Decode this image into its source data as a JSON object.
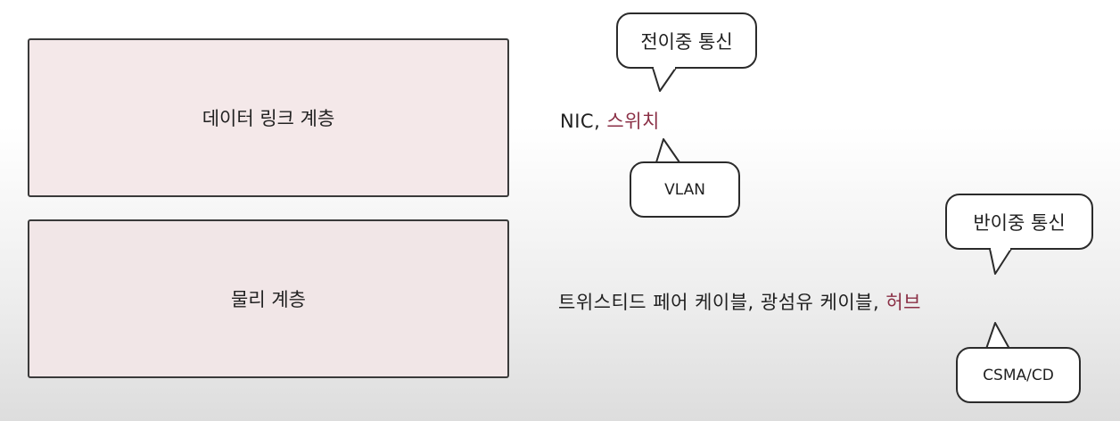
{
  "layers": {
    "datalink": "데이터 링크 계층",
    "physical": "물리 계층"
  },
  "devices": {
    "datalink_prefix": "NIC, ",
    "datalink_accent": "스위치",
    "physical_prefix": "트위스티드 페어 케이블, 광섬유 케이블, ",
    "physical_accent": "허브"
  },
  "bubbles": {
    "full_duplex": "전이중 통신",
    "vlan": "VLAN",
    "half_duplex": "반이중 통신",
    "csma_cd": "CSMA/CD"
  },
  "colors": {
    "accent": "#8a2f45",
    "box_fill": "#f4e8e9",
    "outline": "#2b2b2b"
  }
}
